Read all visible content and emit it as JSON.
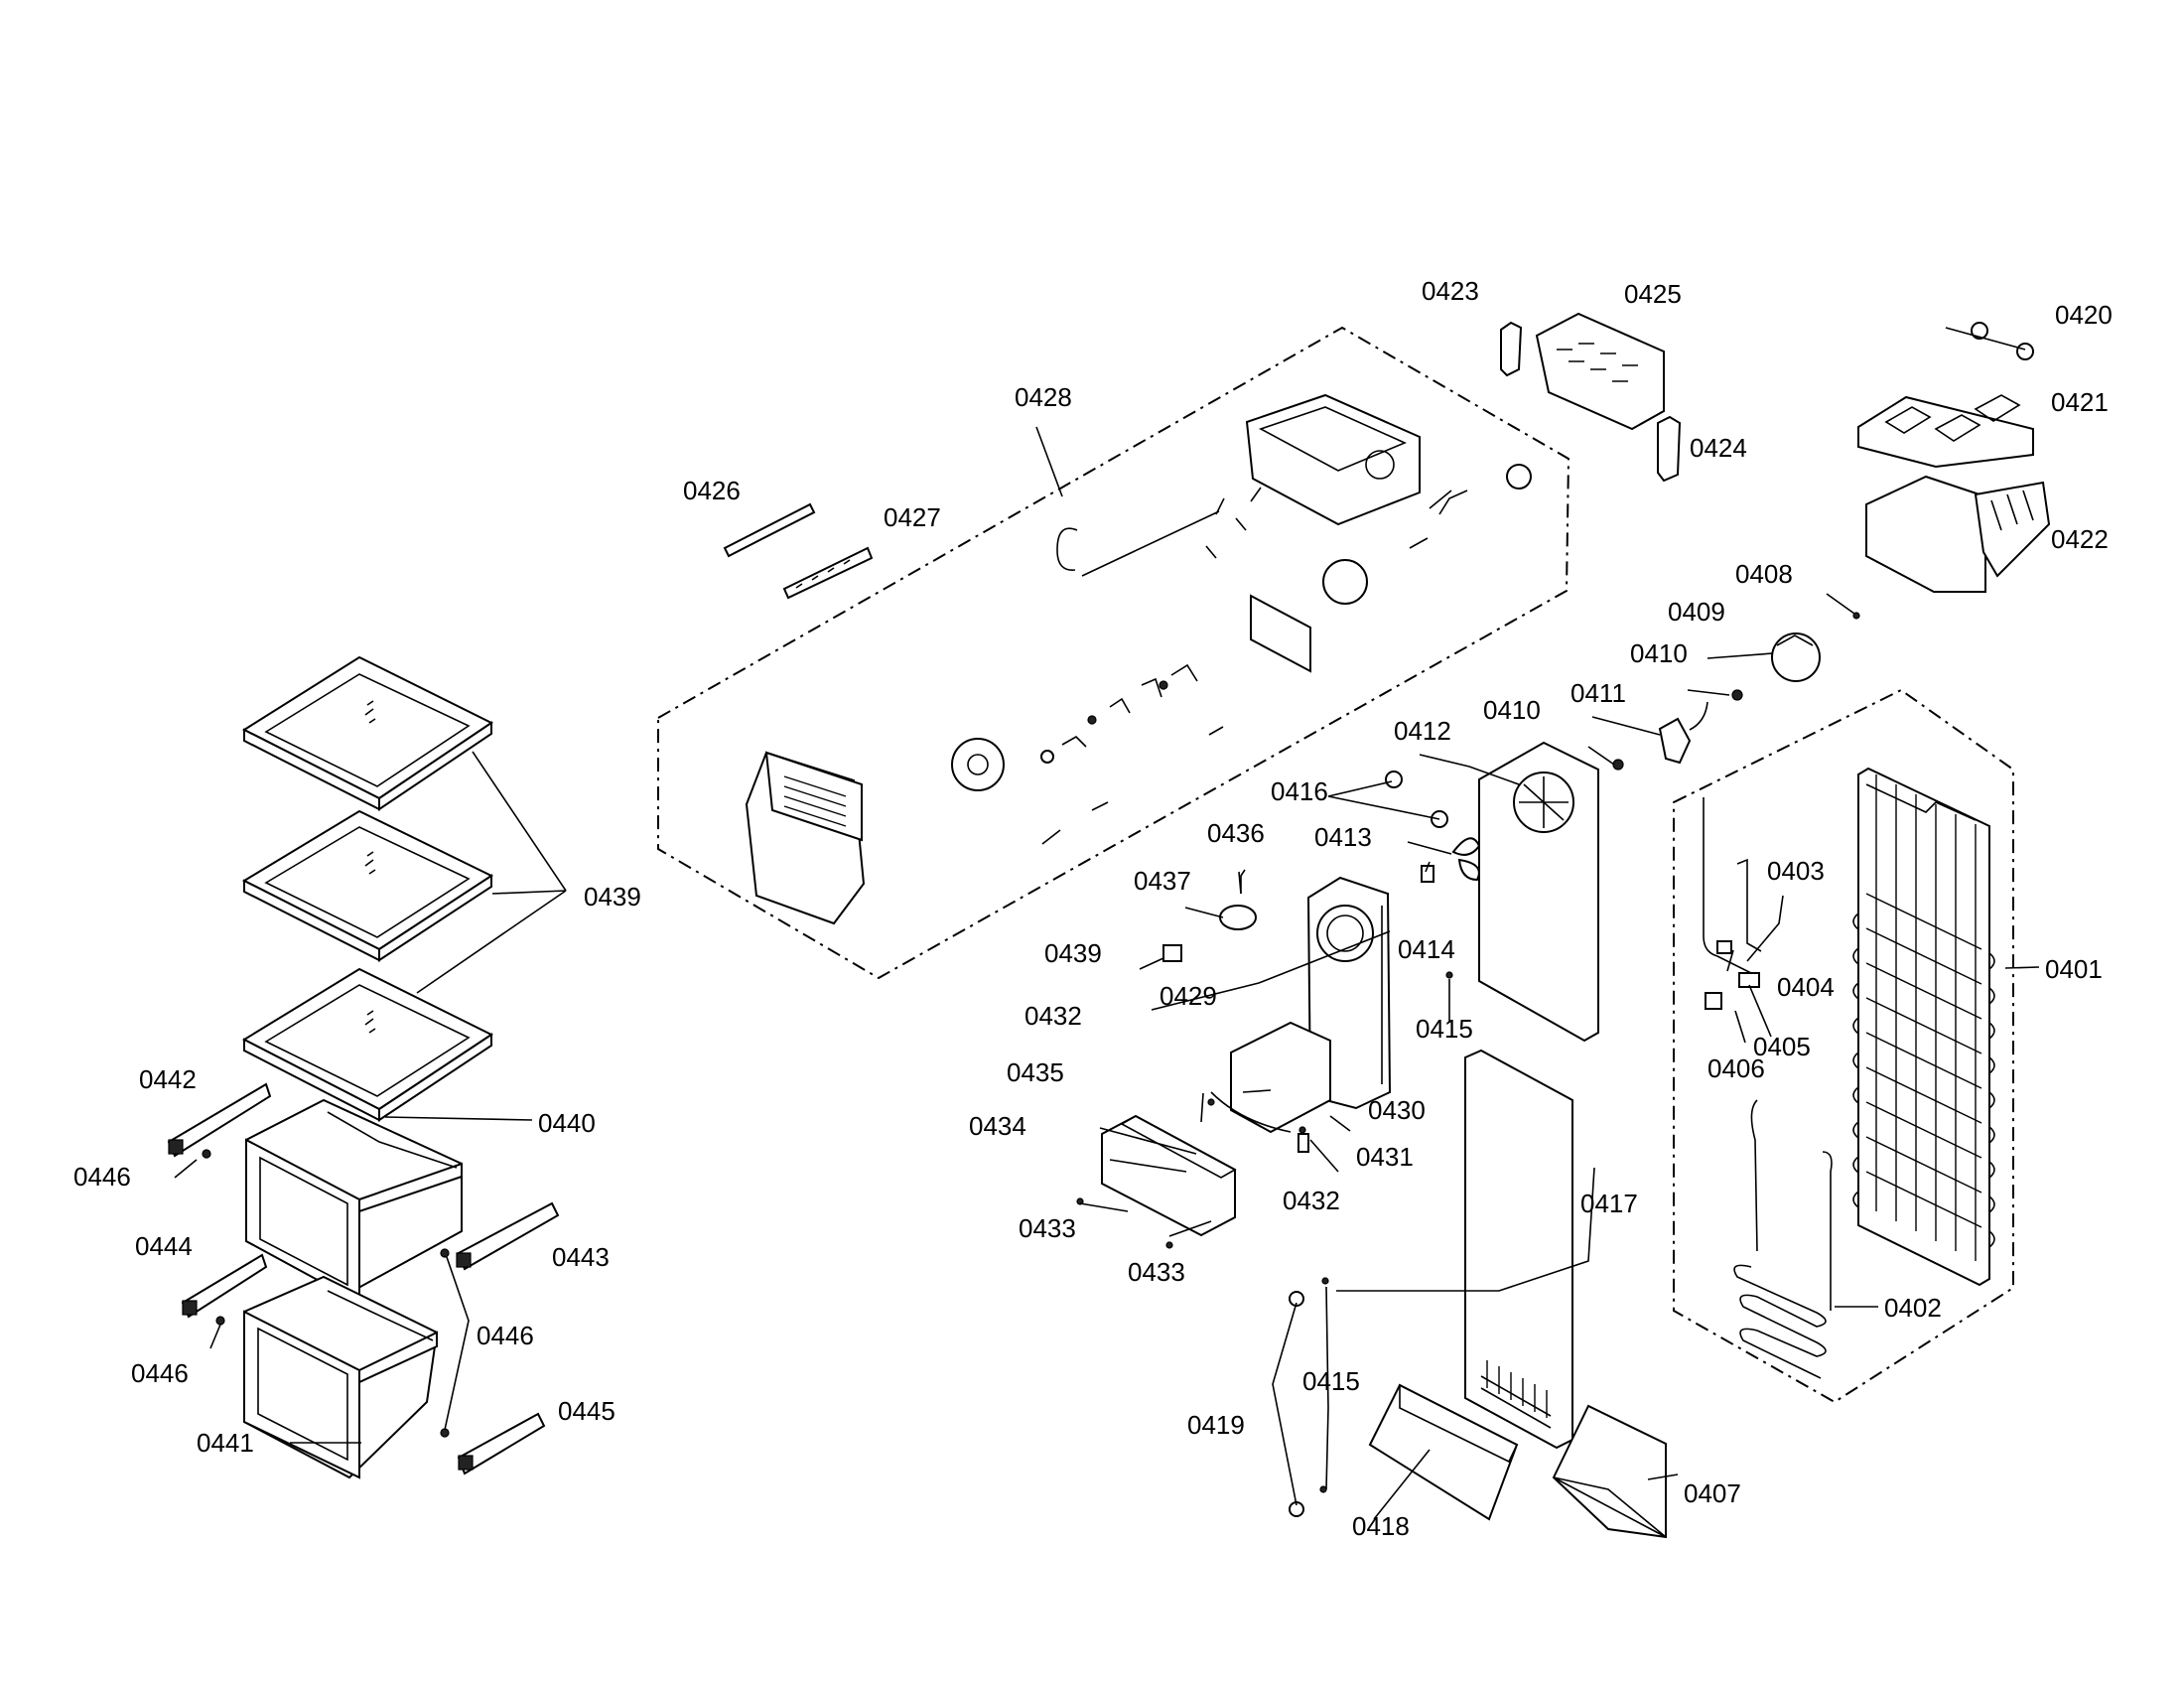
{
  "callouts": [
    {
      "id": "c0401",
      "text": "0401"
    },
    {
      "id": "c0402",
      "text": "0402"
    },
    {
      "id": "c0403",
      "text": "0403"
    },
    {
      "id": "c0404",
      "text": "0404"
    },
    {
      "id": "c0405",
      "text": "0405"
    },
    {
      "id": "c0406",
      "text": "0406"
    },
    {
      "id": "c0407",
      "text": "0407"
    },
    {
      "id": "c0408",
      "text": "0408"
    },
    {
      "id": "c0409",
      "text": "0409"
    },
    {
      "id": "c0410a",
      "text": "0410"
    },
    {
      "id": "c0410b",
      "text": "0410"
    },
    {
      "id": "c0411",
      "text": "0411"
    },
    {
      "id": "c0412",
      "text": "0412"
    },
    {
      "id": "c0413",
      "text": "0413"
    },
    {
      "id": "c0414",
      "text": "0414"
    },
    {
      "id": "c0415a",
      "text": "0415"
    },
    {
      "id": "c0415b",
      "text": "0415"
    },
    {
      "id": "c0416",
      "text": "0416"
    },
    {
      "id": "c0417",
      "text": "0417"
    },
    {
      "id": "c0418",
      "text": "0418"
    },
    {
      "id": "c0419",
      "text": "0419"
    },
    {
      "id": "c0420",
      "text": "0420"
    },
    {
      "id": "c0421",
      "text": "0421"
    },
    {
      "id": "c0422",
      "text": "0422"
    },
    {
      "id": "c0423",
      "text": "0423"
    },
    {
      "id": "c0424",
      "text": "0424"
    },
    {
      "id": "c0425",
      "text": "0425"
    },
    {
      "id": "c0426",
      "text": "0426"
    },
    {
      "id": "c0427",
      "text": "0427"
    },
    {
      "id": "c0428",
      "text": "0428"
    },
    {
      "id": "c0429",
      "text": "0429"
    },
    {
      "id": "c0430",
      "text": "0430"
    },
    {
      "id": "c0431",
      "text": "0431"
    },
    {
      "id": "c0432a",
      "text": "0432"
    },
    {
      "id": "c0432b",
      "text": "0432"
    },
    {
      "id": "c0433a",
      "text": "0433"
    },
    {
      "id": "c0433b",
      "text": "0433"
    },
    {
      "id": "c0434",
      "text": "0434"
    },
    {
      "id": "c0435",
      "text": "0435"
    },
    {
      "id": "c0436",
      "text": "0436"
    },
    {
      "id": "c0437",
      "text": "0437"
    },
    {
      "id": "c0439a",
      "text": "0439"
    },
    {
      "id": "c0439b",
      "text": "0439"
    },
    {
      "id": "c0440",
      "text": "0440"
    },
    {
      "id": "c0441",
      "text": "0441"
    },
    {
      "id": "c0442",
      "text": "0442"
    },
    {
      "id": "c0443",
      "text": "0443"
    },
    {
      "id": "c0444",
      "text": "0444"
    },
    {
      "id": "c0445",
      "text": "0445"
    },
    {
      "id": "c0446a",
      "text": "0446"
    },
    {
      "id": "c0446b",
      "text": "0446"
    },
    {
      "id": "c0446c",
      "text": "0446"
    }
  ]
}
